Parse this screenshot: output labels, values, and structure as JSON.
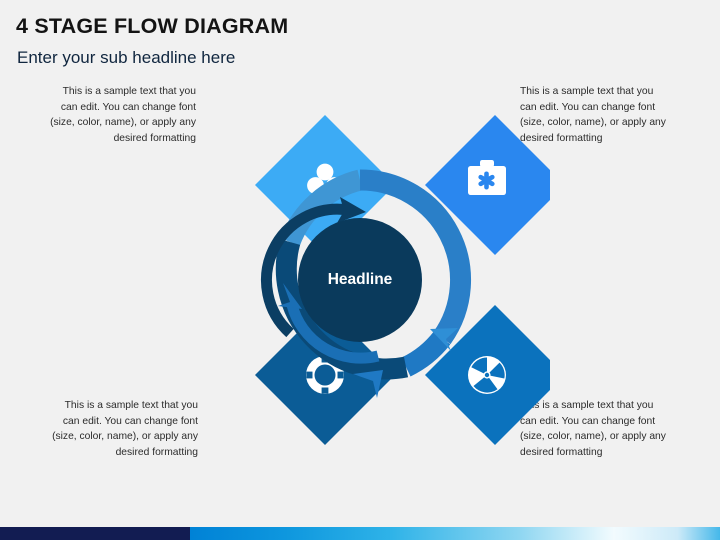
{
  "header": {
    "title": "4 STAGE FLOW DIAGRAM",
    "subtitle": "Enter your sub headline here"
  },
  "hub": {
    "label": "Headline",
    "color": "#0a3a5c"
  },
  "callouts": [
    {
      "id": "top-left",
      "text": "This is a sample text that you can edit. You can change font (size, color, name), or apply any desired formatting",
      "align": "right"
    },
    {
      "id": "top-right",
      "text": "This is a sample text that you can edit. You can change font (size, color, name), or apply any desired formatting",
      "align": "left"
    },
    {
      "id": "bottom-left",
      "text": "This is a sample text that you can edit. You can change font (size, color, name), or apply any desired formatting",
      "align": "right"
    },
    {
      "id": "bottom-right",
      "text": "This is a sample text that you can edit. You can change font (size, color, name), or apply any desired formatting",
      "align": "left"
    }
  ],
  "stages": [
    {
      "position": "top-left",
      "icon": "club-icon",
      "color": "#3cabf5"
    },
    {
      "position": "top-right",
      "icon": "first-aid-icon",
      "color": "#2a87ef"
    },
    {
      "position": "bottom-left",
      "icon": "poker-chip-icon",
      "color": "#0b5c96"
    },
    {
      "position": "bottom-right",
      "icon": "beach-ball-icon",
      "color": "#0b72bd"
    }
  ],
  "arrows": [
    {
      "id": "outer-arc-light",
      "color": "#3f96d4"
    },
    {
      "id": "outer-arc-mid",
      "color": "#2a7fc8"
    },
    {
      "id": "outer-arc-dark",
      "color": "#0a4a78"
    },
    {
      "id": "inner-arc-navy",
      "color": "#0b3e63"
    },
    {
      "id": "inner-arc-blue",
      "color": "#1a6fb5"
    }
  ],
  "bottom_bar": {
    "dark_color": "#121c52",
    "gradient_from": "#0082d6",
    "gradient_to": "#45b8ea"
  },
  "palette": {
    "background": "#f1f1f1",
    "title_color": "#141414",
    "subtitle_color": "#10263f",
    "body_text_color": "#2b2b2b"
  }
}
